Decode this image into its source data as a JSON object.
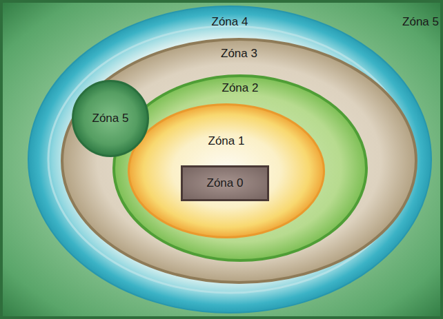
{
  "diagram": {
    "nodes": [
      {
        "text": [
          "Zóna 5"
        ]
      },
      {
        "text": [
          "Zóna 4"
        ],
        "in": 0
      },
      {
        "text": [
          "Zóna 3"
        ],
        "in": 1
      },
      {
        "text": [
          "Zóna 2"
        ],
        "in": 2
      },
      {
        "text": [
          "Zóna 1"
        ],
        "in": 3
      },
      {
        "text": [
          "Zóna 0"
        ],
        "in": 4
      },
      {
        "text": [
          "Zóna 5"
        ],
        "in": 2
      }
    ]
  }
}
